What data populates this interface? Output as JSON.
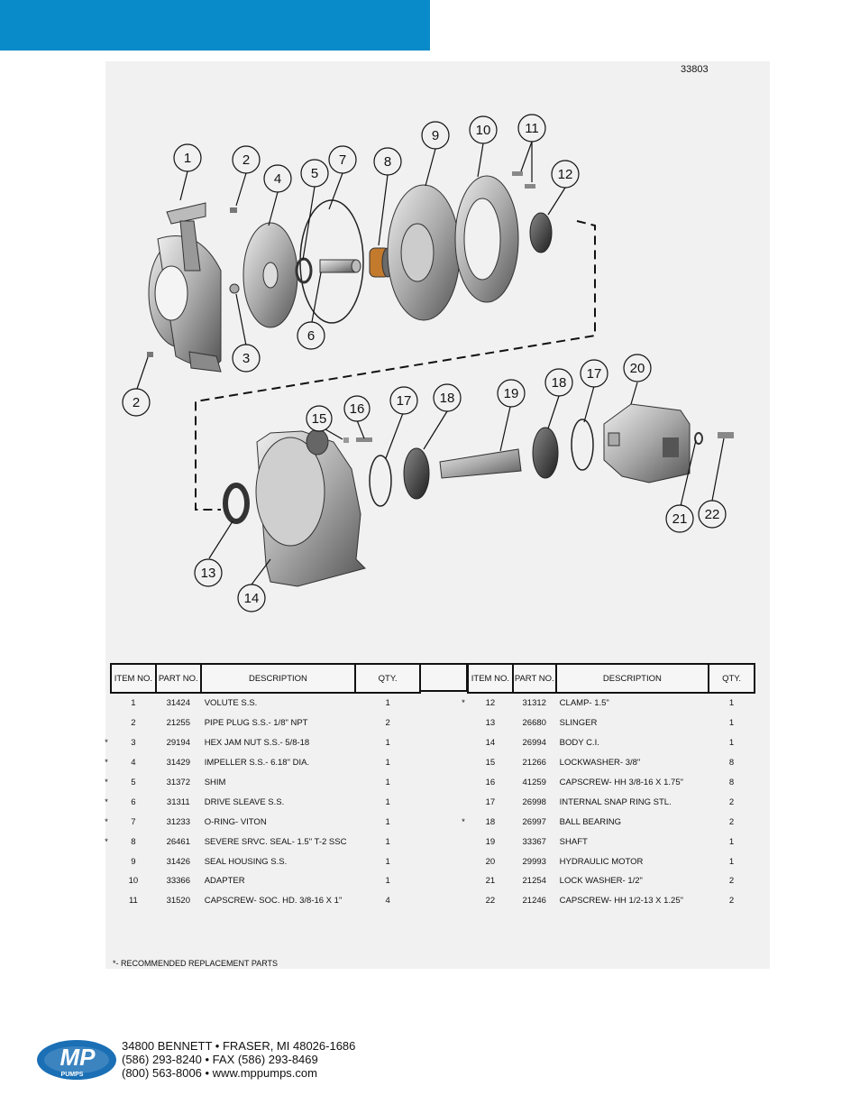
{
  "drawing_number": "33803",
  "callouts": [
    "1",
    "2",
    "4",
    "5",
    "7",
    "8",
    "9",
    "10",
    "11",
    "12",
    "6",
    "3",
    "2",
    "15",
    "16",
    "17",
    "18",
    "19",
    "18",
    "17",
    "20",
    "21",
    "22",
    "13",
    "14"
  ],
  "left_table": {
    "headers": [
      "ITEM NO.",
      "PART NO.",
      "DESCRIPTION",
      "QTY."
    ],
    "rows": [
      {
        "star": "",
        "item": "1",
        "part": "31424",
        "desc": "VOLUTE S.S.",
        "qty": "1"
      },
      {
        "star": "",
        "item": "2",
        "part": "21255",
        "desc": "PIPE PLUG S.S.- 1/8\" NPT",
        "qty": "2"
      },
      {
        "star": "*",
        "item": "3",
        "part": "29194",
        "desc": "HEX JAM NUT S.S.- 5/8-18",
        "qty": "1"
      },
      {
        "star": "*",
        "item": "4",
        "part": "31429",
        "desc": "IMPELLER S.S.- 6.18\" DIA.",
        "qty": "1"
      },
      {
        "star": "*",
        "item": "5",
        "part": "31372",
        "desc": "SHIM",
        "qty": "1"
      },
      {
        "star": "*",
        "item": "6",
        "part": "31311",
        "desc": "DRIVE SLEAVE S.S.",
        "qty": "1"
      },
      {
        "star": "*",
        "item": "7",
        "part": "31233",
        "desc": "O-RING- VITON",
        "qty": "1"
      },
      {
        "star": "*",
        "item": "8",
        "part": "26461",
        "desc": "SEVERE SRVC.  SEAL- 1.5\" T-2  SSC",
        "qty": "1"
      },
      {
        "star": "",
        "item": "9",
        "part": "31426",
        "desc": "SEAL HOUSING S.S.",
        "qty": "1"
      },
      {
        "star": "",
        "item": "10",
        "part": "33366",
        "desc": "ADAPTER",
        "qty": "1"
      },
      {
        "star": "",
        "item": "11",
        "part": "31520",
        "desc": "CAPSCREW- SOC. HD. 3/8-16 X 1\"",
        "qty": "4"
      }
    ]
  },
  "right_table": {
    "headers": [
      "ITEM NO.",
      "PART NO.",
      "DESCRIPTION",
      "QTY."
    ],
    "rows": [
      {
        "star": "*",
        "item": "12",
        "part": "31312",
        "desc": "CLAMP- 1.5\"",
        "qty": "1"
      },
      {
        "star": "",
        "item": "13",
        "part": "26680",
        "desc": "SLINGER",
        "qty": "1"
      },
      {
        "star": "",
        "item": "14",
        "part": "26994",
        "desc": "BODY C.I.",
        "qty": "1"
      },
      {
        "star": "",
        "item": "15",
        "part": "21266",
        "desc": "LOCKWASHER- 3/8\"",
        "qty": "8"
      },
      {
        "star": "",
        "item": "16",
        "part": "41259",
        "desc": "CAPSCREW- HH 3/8-16 X 1.75\"",
        "qty": "8"
      },
      {
        "star": "",
        "item": "17",
        "part": "26998",
        "desc": "INTERNAL SNAP RING STL.",
        "qty": "2"
      },
      {
        "star": "*",
        "item": "18",
        "part": "26997",
        "desc": "BALL BEARING",
        "qty": "2"
      },
      {
        "star": "",
        "item": "19",
        "part": "33367",
        "desc": "SHAFT",
        "qty": "1"
      },
      {
        "star": "",
        "item": "20",
        "part": "29993",
        "desc": "HYDRAULIC MOTOR",
        "qty": "1"
      },
      {
        "star": "",
        "item": "21",
        "part": "21254",
        "desc": "LOCK WASHER- 1/2\"",
        "qty": "2"
      },
      {
        "star": "",
        "item": "22",
        "part": "21246",
        "desc": "CAPSCREW- HH 1/2-13 X 1.25\"",
        "qty": "2"
      }
    ]
  },
  "note": "*- RECOMMENDED REPLACEMENT PARTS",
  "logo": {
    "big": "MP",
    "small": "PUMPS"
  },
  "contact": {
    "line1": "34800 BENNETT • FRASER, MI 48026-1686",
    "line2": "(586) 293-8240 • FAX (586) 293-8469",
    "line3": "(800) 563-8006 • www.mppumps.com"
  },
  "colors": {
    "brand_blue": "#0a8bc9",
    "logo_blue": "#1a6fb5"
  }
}
